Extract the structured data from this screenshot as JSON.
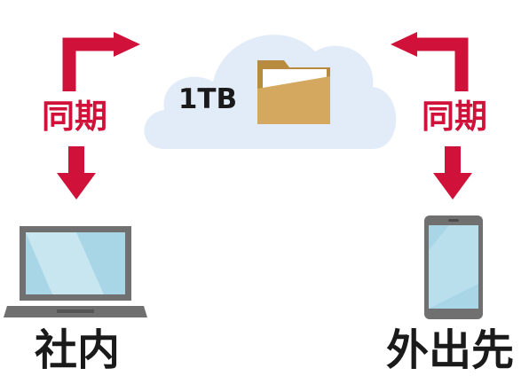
{
  "cloud": {
    "capacity_label": "1TB",
    "icon": "cloud-icon",
    "folder_icon": "folder-icon",
    "cloud_color": "#e2ecf9",
    "folder_color": "#d4a95f"
  },
  "sync_left": {
    "label": "同期"
  },
  "sync_right": {
    "label": "同期"
  },
  "devices": {
    "office": {
      "label": "社内",
      "icon": "laptop-icon"
    },
    "remote": {
      "label": "外出先",
      "icon": "smartphone-icon"
    }
  },
  "colors": {
    "arrow": "#d0123a",
    "device_frame": "#707070",
    "screen": "#a9d6e6"
  }
}
